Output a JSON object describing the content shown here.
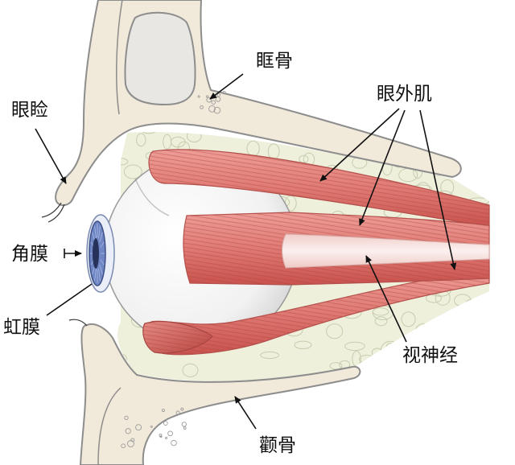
{
  "labels": {
    "orbital_bone": "眶骨",
    "eyelid": "眼睑",
    "extraocular_muscles": "眼外肌",
    "cornea": "角膜",
    "iris": "虹膜",
    "optic_nerve": "视神经",
    "zygomatic_bone": "颧骨"
  },
  "colors": {
    "bone": "#f1e9d9",
    "sinus": "#e9e7e4",
    "outline": "#8d8d8d",
    "fat": "#eef0dc",
    "muscle_light": "#ee9d97",
    "muscle_dark": "#c9524d",
    "iris": "#6f86c4"
  }
}
